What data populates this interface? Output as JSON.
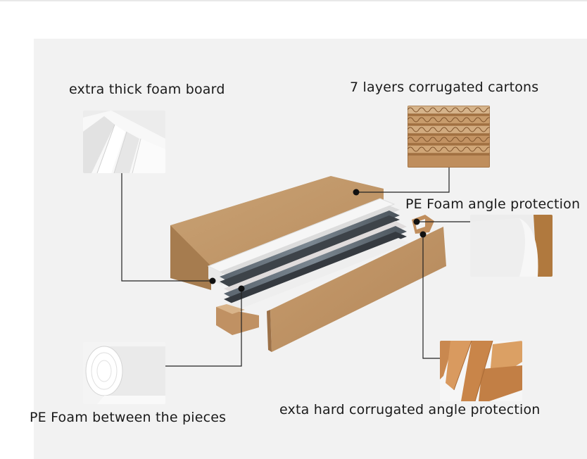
{
  "callouts": {
    "foam_board": "extra thick foam board",
    "corrugated_cartons": "7 layers corrugated cartons",
    "pe_angle": "PE Foam angle protection",
    "pe_between": "PE Foam between the pieces",
    "hard_angle": "exta hard corrugated angle protection"
  },
  "colors": {
    "carton": "#c49a6c",
    "carton_dark": "#a97e52",
    "foam": "#f4f4f4",
    "panel_bg": "#f2f2f2",
    "leader": "#222222"
  }
}
